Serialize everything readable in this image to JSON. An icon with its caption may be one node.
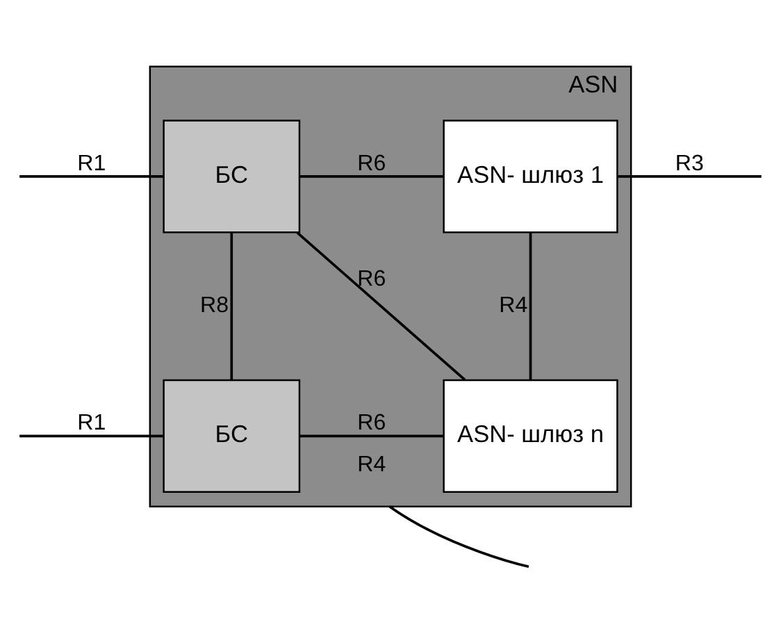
{
  "diagram": {
    "nodes": [
      {
        "text": [
          "ASN"
        ]
      },
      {
        "text": [
          "БС"
        ],
        "in": 0
      },
      {
        "text": [
          "ASN- шлюз 1"
        ],
        "in": 0
      },
      {
        "text": [
          "БС"
        ],
        "in": 0
      },
      {
        "text": [
          "ASN- шлюз n"
        ],
        "in": 0
      }
    ],
    "edges": [
      {
        "from": null,
        "to": 1,
        "arrow": "none",
        "label": "R1"
      },
      {
        "from": 1,
        "to": 2,
        "arrow": "none",
        "label": "R6"
      },
      {
        "from": 1,
        "to": 4,
        "arrow": "none",
        "label": "R6"
      },
      {
        "from": 1,
        "to": 3,
        "arrow": "none",
        "label": "R8"
      },
      {
        "from": 2,
        "to": 4,
        "arrow": "none",
        "label": "R4"
      },
      {
        "from": 2,
        "to": null,
        "arrow": "none",
        "label": "R3"
      },
      {
        "from": null,
        "to": 3,
        "arrow": "none",
        "label": "R1"
      },
      {
        "from": 3,
        "to": 4,
        "arrow": "none",
        "label": "R6"
      },
      {
        "from": 0,
        "to": null,
        "arrow": "none",
        "label": "R4"
      }
    ]
  }
}
